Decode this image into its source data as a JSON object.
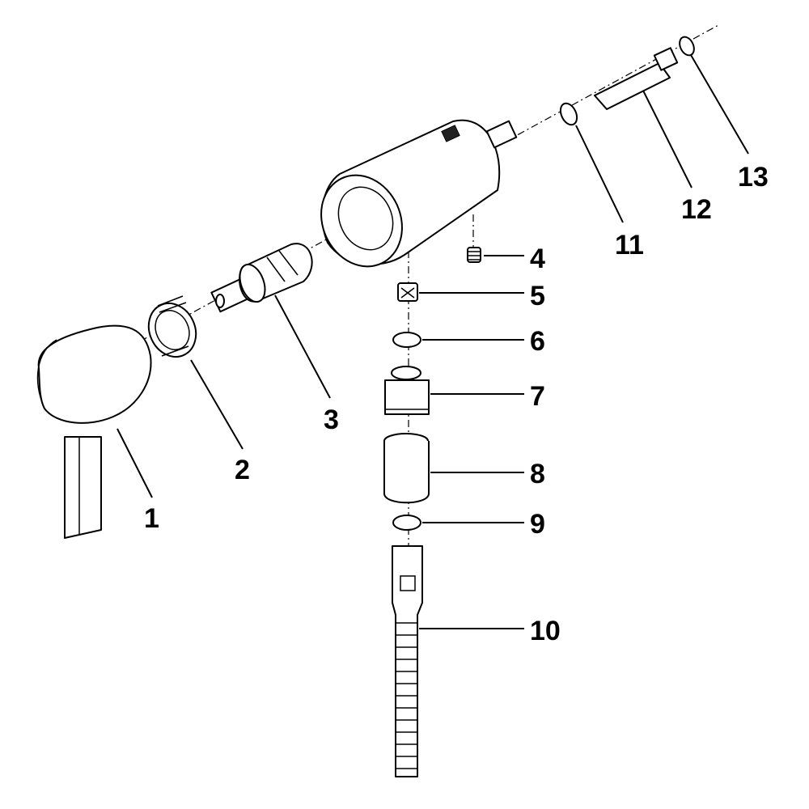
{
  "diagram": {
    "callouts": [
      {
        "id": "1",
        "text": "1"
      },
      {
        "id": "2",
        "text": "2"
      },
      {
        "id": "3",
        "text": "3"
      },
      {
        "id": "4",
        "text": "4"
      },
      {
        "id": "5",
        "text": "5"
      },
      {
        "id": "6",
        "text": "6"
      },
      {
        "id": "7",
        "text": "7"
      },
      {
        "id": "8",
        "text": "8"
      },
      {
        "id": "9",
        "text": "9"
      },
      {
        "id": "10",
        "text": "10"
      },
      {
        "id": "11",
        "text": "11"
      },
      {
        "id": "12",
        "text": "12"
      },
      {
        "id": "13",
        "text": "13"
      }
    ],
    "colors": {
      "line": "#000000",
      "background": "#ffffff"
    }
  }
}
